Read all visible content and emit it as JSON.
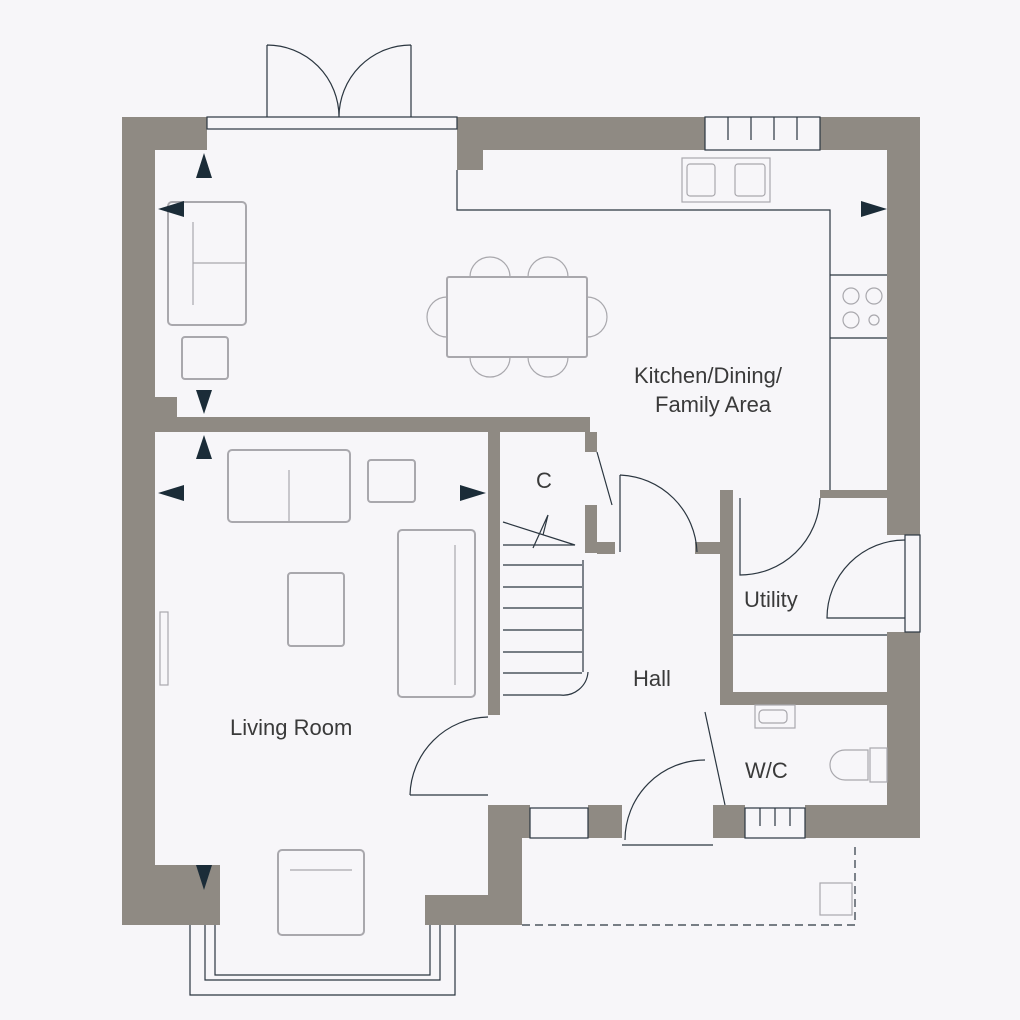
{
  "rooms": {
    "kitchen_line1": "Kitchen/Dining/",
    "kitchen_line2": "Family Area",
    "living": "Living Room",
    "cupboard": "C",
    "hall": "Hall",
    "utility": "Utility",
    "wc": "W/C"
  },
  "colors": {
    "wall": "#8f8a83",
    "background": "#f7f6f9",
    "lines": "#2b3640",
    "furniture": "#a9a8ad",
    "arrows": "#1b2c38"
  }
}
